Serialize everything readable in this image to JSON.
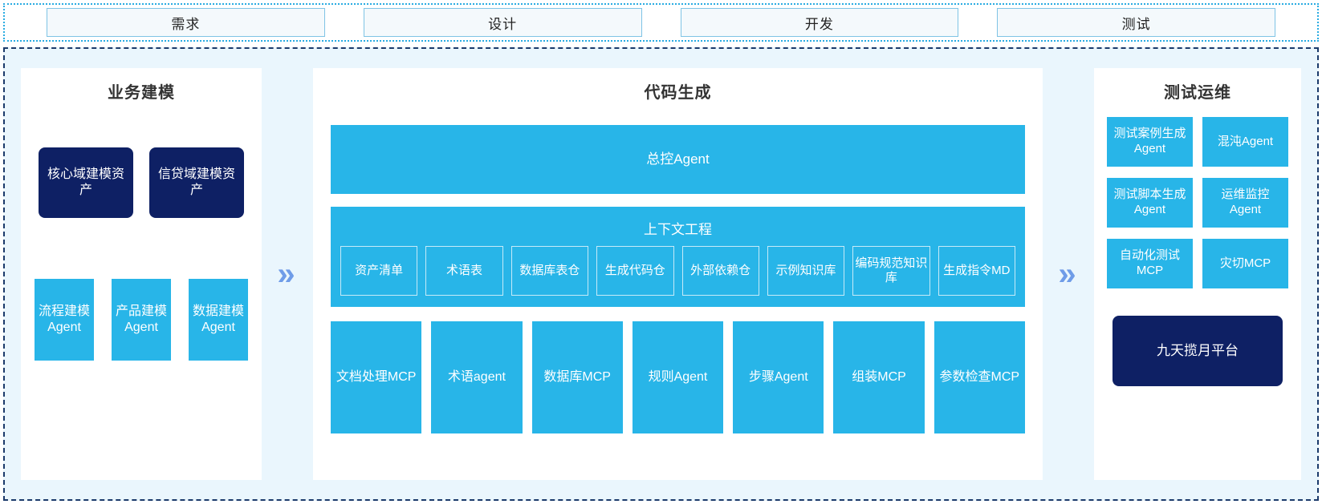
{
  "stages": {
    "items": [
      {
        "label": "需求"
      },
      {
        "label": "设计"
      },
      {
        "label": "开发"
      },
      {
        "label": "测试"
      }
    ]
  },
  "arrows": {
    "glyph": "» ",
    "color": "#6F9CE8"
  },
  "colors": {
    "accent_blue": "#28B5E8",
    "navy": "#0E2064",
    "canvas": "#EAF6FD",
    "stage_border": "#7FC4E5",
    "frame_border": "#1B3A6B",
    "outer_border": "#29ABE2"
  },
  "panels": {
    "business_modeling": {
      "title": "业务建模",
      "assets": [
        {
          "label": "核心域建模资产"
        },
        {
          "label": "信贷域建模资产"
        }
      ],
      "agents": [
        {
          "label": "流程建模Agent"
        },
        {
          "label": "产品建模Agent"
        },
        {
          "label": "数据建模Agent"
        }
      ]
    },
    "code_generation": {
      "title": "代码生成",
      "control_agent": "总控Agent",
      "context_engineering": {
        "title": "上下文工程",
        "items": [
          {
            "label": "资产清单"
          },
          {
            "label": "术语表"
          },
          {
            "label": "数据库表仓"
          },
          {
            "label": "生成代码仓"
          },
          {
            "label": "外部依赖仓"
          },
          {
            "label": "示例知识库"
          },
          {
            "label": "编码规范知识库"
          },
          {
            "label": "生成指令MD"
          }
        ]
      },
      "tools": [
        {
          "label": "文档处理MCP"
        },
        {
          "label": "术语agent"
        },
        {
          "label": "数据库MCP"
        },
        {
          "label": "规则Agent"
        },
        {
          "label": "步骤Agent"
        },
        {
          "label": "组装MCP"
        },
        {
          "label": "参数检查MCP"
        }
      ]
    },
    "test_ops": {
      "title": "测试运维",
      "items": [
        {
          "label": "测试案例生成Agent"
        },
        {
          "label": "混沌Agent"
        },
        {
          "label": "测试脚本生成Agent"
        },
        {
          "label": "运维监控Agent"
        },
        {
          "label": "自动化测试MCP"
        },
        {
          "label": "灾切MCP"
        }
      ],
      "platform": "九天揽月平台"
    }
  }
}
